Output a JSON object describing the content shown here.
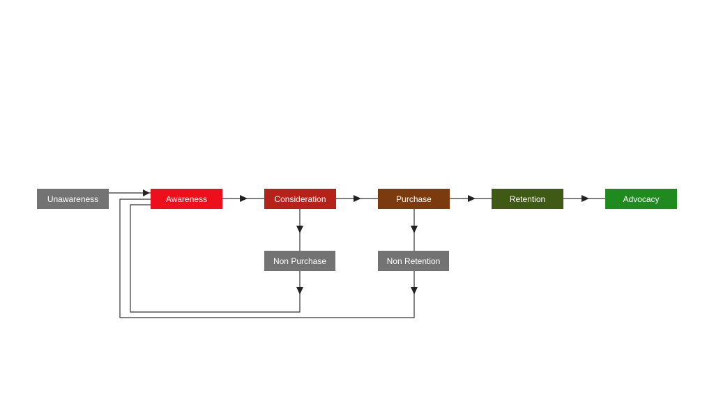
{
  "diagram": {
    "nodes": {
      "unawareness": {
        "label": "Unawareness",
        "color": "#737373"
      },
      "awareness": {
        "label": "Awareness",
        "color": "#ee0f1d"
      },
      "consideration": {
        "label": "Consideration",
        "color": "#b5221a"
      },
      "purchase": {
        "label": "Purchase",
        "color": "#7c3b0f"
      },
      "retention": {
        "label": "Retention",
        "color": "#3f5a14"
      },
      "advocacy": {
        "label": "Advocacy",
        "color": "#1f8a1e"
      },
      "non_purchase": {
        "label": "Non Purchase",
        "color": "#737373"
      },
      "non_retention": {
        "label": "Non Retention",
        "color": "#737373"
      }
    },
    "edges": [
      {
        "from": "unawareness",
        "to": "awareness"
      },
      {
        "from": "awareness",
        "to": "consideration"
      },
      {
        "from": "consideration",
        "to": "purchase"
      },
      {
        "from": "purchase",
        "to": "retention"
      },
      {
        "from": "retention",
        "to": "advocacy"
      },
      {
        "from": "consideration",
        "to": "non_purchase"
      },
      {
        "from": "purchase",
        "to": "non_retention"
      },
      {
        "from": "non_purchase",
        "to": "awareness"
      },
      {
        "from": "non_retention",
        "to": "awareness"
      }
    ]
  }
}
